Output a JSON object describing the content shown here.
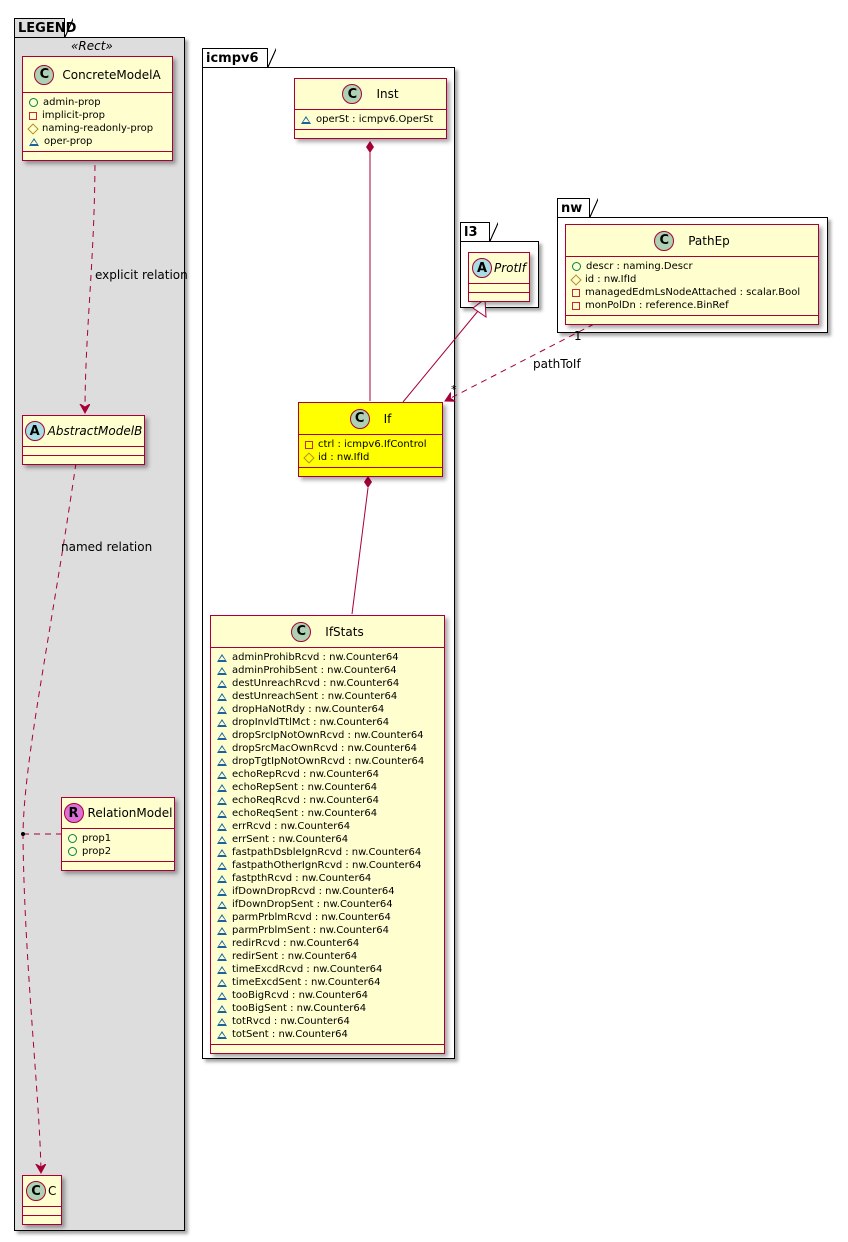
{
  "packages": {
    "legend": {
      "name": "LEGEND",
      "stereotype": "«Rect»",
      "classes": {
        "concrete": {
          "kind": "C",
          "name": "ConcreteModelA",
          "attrs": [
            {
              "vis": "public",
              "text": "admin-prop"
            },
            {
              "vis": "private",
              "text": "implicit-prop"
            },
            {
              "vis": "protected",
              "text": "naming-readonly-prop"
            },
            {
              "vis": "package",
              "text": "oper-prop"
            }
          ]
        },
        "abstract": {
          "kind": "A",
          "name": "AbstractModelB",
          "attrs": []
        },
        "relation": {
          "kind": "R",
          "name": "RelationModel",
          "attrs": [
            {
              "vis": "public",
              "text": "prop1"
            },
            {
              "vis": "public",
              "text": "prop2"
            }
          ]
        },
        "c": {
          "kind": "C",
          "name": "C",
          "attrs": []
        }
      },
      "edges": {
        "explicit": "explicit relation",
        "named": "named relation"
      }
    },
    "icmpv6": {
      "name": "icmpv6",
      "classes": {
        "inst": {
          "kind": "C",
          "name": "Inst",
          "attrs": [
            {
              "vis": "package",
              "text": "operSt : icmpv6.OperSt"
            }
          ]
        },
        "if": {
          "kind": "C",
          "name": "If",
          "highlighted": true,
          "attrs": [
            {
              "vis": "private",
              "text": "ctrl : icmpv6.IfControl"
            },
            {
              "vis": "protected",
              "text": "id : nw.IfId"
            }
          ]
        },
        "ifstats": {
          "kind": "C",
          "name": "IfStats",
          "attrs": [
            {
              "vis": "package",
              "text": "adminProhibRcvd : nw.Counter64"
            },
            {
              "vis": "package",
              "text": "adminProhibSent : nw.Counter64"
            },
            {
              "vis": "package",
              "text": "destUnreachRcvd : nw.Counter64"
            },
            {
              "vis": "package",
              "text": "destUnreachSent : nw.Counter64"
            },
            {
              "vis": "package",
              "text": "dropHaNotRdy : nw.Counter64"
            },
            {
              "vis": "package",
              "text": "dropInvldTtlMct : nw.Counter64"
            },
            {
              "vis": "package",
              "text": "dropSrcIpNotOwnRcvd : nw.Counter64"
            },
            {
              "vis": "package",
              "text": "dropSrcMacOwnRcvd : nw.Counter64"
            },
            {
              "vis": "package",
              "text": "dropTgtIpNotOwnRcvd : nw.Counter64"
            },
            {
              "vis": "package",
              "text": "echoRepRcvd : nw.Counter64"
            },
            {
              "vis": "package",
              "text": "echoRepSent : nw.Counter64"
            },
            {
              "vis": "package",
              "text": "echoReqRcvd : nw.Counter64"
            },
            {
              "vis": "package",
              "text": "echoReqSent : nw.Counter64"
            },
            {
              "vis": "package",
              "text": "errRcvd : nw.Counter64"
            },
            {
              "vis": "package",
              "text": "errSent : nw.Counter64"
            },
            {
              "vis": "package",
              "text": "fastpathDsbleIgnRcvd : nw.Counter64"
            },
            {
              "vis": "package",
              "text": "fastpathOtherIgnRcvd : nw.Counter64"
            },
            {
              "vis": "package",
              "text": "fastpthRcvd : nw.Counter64"
            },
            {
              "vis": "package",
              "text": "ifDownDropRcvd : nw.Counter64"
            },
            {
              "vis": "package",
              "text": "ifDownDropSent : nw.Counter64"
            },
            {
              "vis": "package",
              "text": "parmPrblmRcvd : nw.Counter64"
            },
            {
              "vis": "package",
              "text": "parmPrblmSent : nw.Counter64"
            },
            {
              "vis": "package",
              "text": "redirRcvd : nw.Counter64"
            },
            {
              "vis": "package",
              "text": "redirSent : nw.Counter64"
            },
            {
              "vis": "package",
              "text": "timeExcdRcvd : nw.Counter64"
            },
            {
              "vis": "package",
              "text": "timeExcdSent : nw.Counter64"
            },
            {
              "vis": "package",
              "text": "tooBigRcvd : nw.Counter64"
            },
            {
              "vis": "package",
              "text": "tooBigSent : nw.Counter64"
            },
            {
              "vis": "package",
              "text": "totRvcd : nw.Counter64"
            },
            {
              "vis": "package",
              "text": "totSent : nw.Counter64"
            }
          ]
        }
      }
    },
    "l3": {
      "name": "l3",
      "classes": {
        "protif": {
          "kind": "A",
          "name": "ProtIf",
          "attrs": []
        }
      }
    },
    "nw": {
      "name": "nw",
      "classes": {
        "pathep": {
          "kind": "C",
          "name": "PathEp",
          "attrs": [
            {
              "vis": "public",
              "text": "descr : naming.Descr"
            },
            {
              "vis": "protected",
              "text": "id : nw.IfId"
            },
            {
              "vis": "private",
              "text": "managedEdmLsNodeAttached : scalar.Bool"
            },
            {
              "vis": "private",
              "text": "monPolDn : reference.BinRef"
            }
          ]
        }
      },
      "edges": {
        "pathToIf": {
          "label": "pathToIf",
          "source_multiplicity": "1",
          "target_multiplicity": "*"
        }
      }
    }
  },
  "colors": {
    "class_fill": "#fefece",
    "class_border": "#a80036",
    "highlight_fill": "#ffff00",
    "legend_bg": "#dddddd",
    "edge": "#a80036"
  }
}
